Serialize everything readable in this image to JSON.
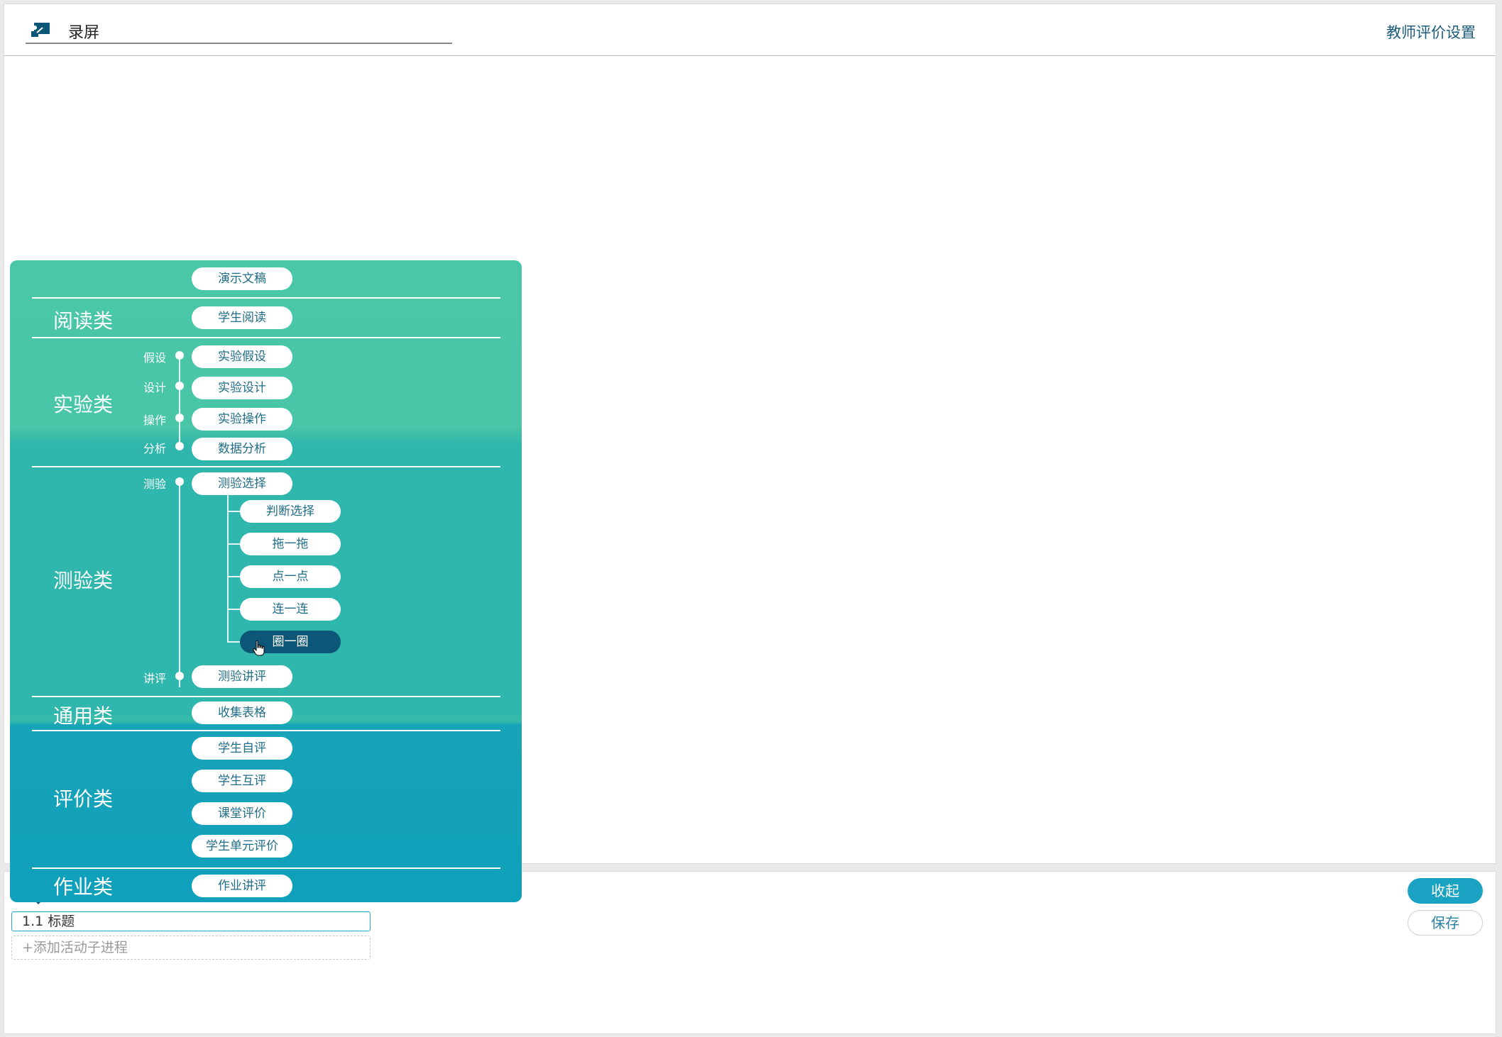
{
  "header": {
    "title": "录屏",
    "teacher_link": "教师评价设置"
  },
  "palette": {
    "top_item": "演示文稿",
    "categories": {
      "reading": "阅读类",
      "experiment": "实验类",
      "quiz": "测验类",
      "general": "通用类",
      "evaluation": "评价类",
      "homework": "作业类"
    },
    "reading_items": [
      "学生阅读"
    ],
    "experiment_steps": [
      {
        "label": "假设",
        "item": "实验假设"
      },
      {
        "label": "设计",
        "item": "实验设计"
      },
      {
        "label": "操作",
        "item": "实验操作"
      },
      {
        "label": "分析",
        "item": "数据分析"
      }
    ],
    "quiz": {
      "select_label": "测验",
      "select_item": "测验选择",
      "sub_items": [
        "判断选择",
        "拖一拖",
        "点一点",
        "连一连",
        "圈一圈"
      ],
      "review_label": "讲评",
      "review_item": "测验讲评"
    },
    "general_items": [
      "收集表格"
    ],
    "evaluation_items": [
      "学生自评",
      "学生互评",
      "课堂评价",
      "学生单元评价"
    ],
    "homework_items": [
      "作业讲评"
    ]
  },
  "bottom": {
    "item_title": "1.1 标题",
    "add_sub": "+添加活动子进程",
    "collapse_label": "收起",
    "save_label": "保存"
  },
  "colors": {
    "palette_top": "#49c7a7",
    "palette_mid": "#2fb6ad",
    "palette_bottom": "#0fa0bb",
    "selected_pill": "#0c5677",
    "accent": "#1aa2c2"
  }
}
